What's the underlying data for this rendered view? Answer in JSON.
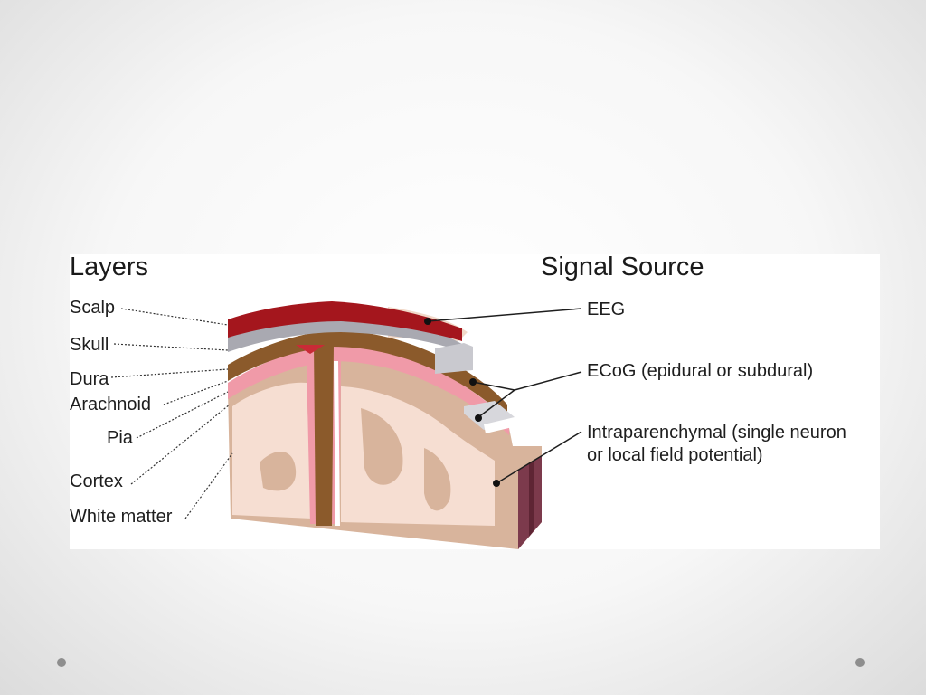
{
  "headings": {
    "layers": "Layers",
    "signal_source": "Signal Source"
  },
  "layers": [
    "Scalp",
    "Skull",
    "Dura",
    "Arachnoid",
    "Pia",
    "Cortex",
    "White matter"
  ],
  "signal_sources": {
    "eeg": "EEG",
    "ecog": "ECoG (epidural or subdural)",
    "intraparenchymal_line1": "Intraparenchymal (single neuron",
    "intraparenchymal_line2": "or local field potential)"
  },
  "colors": {
    "scalp": "#a4161d",
    "skull": "#a9a9b1",
    "dura": "#8b5a2b",
    "arachnoid_pia": "#f09aa8",
    "cortex": "#d8b49c",
    "white_matter": "#f6ded2",
    "block_side": "#7c3a4c"
  }
}
